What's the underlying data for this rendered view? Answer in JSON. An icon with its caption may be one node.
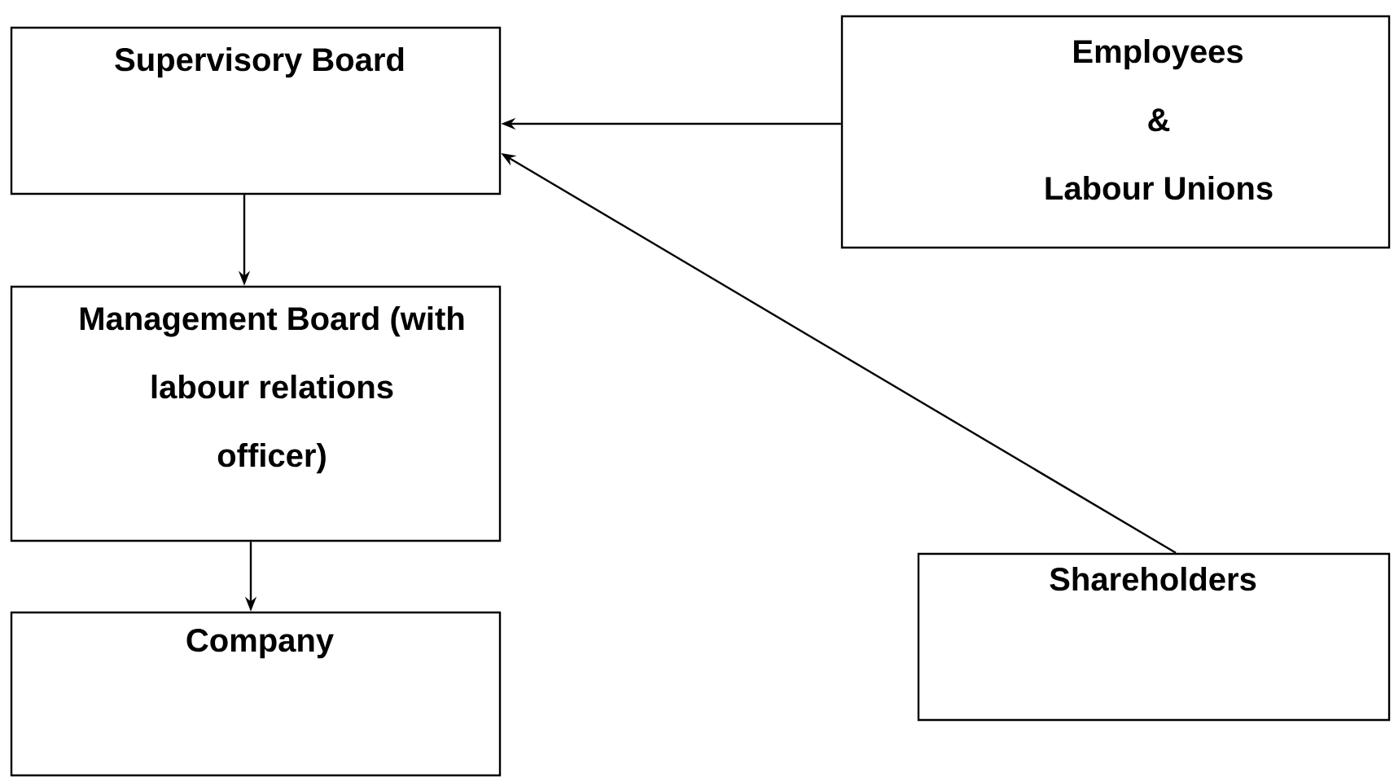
{
  "diagram": {
    "nodes": [
      {
        "text": [
          "Supervisory Board"
        ]
      },
      {
        "text": [
          "Employees & Labour Unions"
        ]
      },
      {
        "text": [
          "Management Board (with labour relations officer)"
        ]
      },
      {
        "text": [
          "Shareholders"
        ]
      },
      {
        "text": [
          "Company"
        ]
      }
    ],
    "edges": [
      {
        "from": 0,
        "to": 2,
        "arrow": "to"
      },
      {
        "from": 2,
        "to": 4,
        "arrow": "to"
      },
      {
        "from": 1,
        "to": 0,
        "arrow": "to"
      },
      {
        "from": 3,
        "to": 0,
        "arrow": "to"
      }
    ]
  }
}
